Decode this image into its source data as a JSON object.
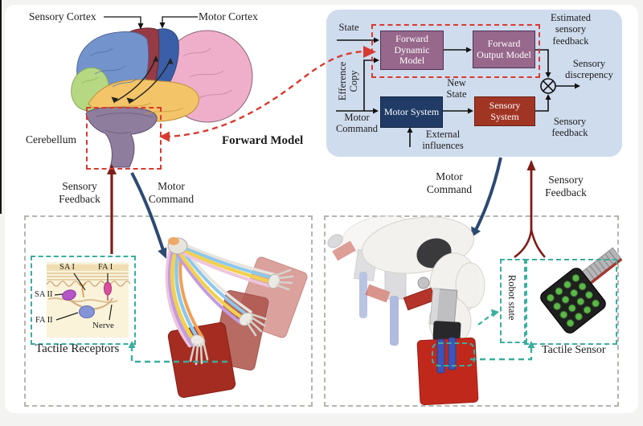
{
  "brain_panel": {
    "sensory_cortex_label": "Sensory Cortex",
    "motor_cortex_label": "Motor Cortex",
    "cerebellum_label": "Cerebellum",
    "forward_model_label": "Forward Model"
  },
  "block_diagram": {
    "state_label": "State",
    "efference_copy_label": "Efference Copy",
    "motor_command_label": "Motor Command",
    "forward_dynamic_model_label": "Forward Dynamic Model",
    "forward_output_model_label": "Forward Output Model",
    "motor_system_label": "Motor System",
    "sensory_system_label": "Sensory System",
    "new_state_label": "New State",
    "external_influences_label": "External influences",
    "estimated_sensory_feedback_label": "Estimated sensory feedback",
    "sensory_discrepancy_label": "Sensory discrepency",
    "sensory_feedback_label": "Sensory feedback"
  },
  "pathways": {
    "human_sensory_feedback_label": "Sensory Feedback",
    "human_motor_command_label": "Motor Command",
    "robot_motor_command_label": "Motor Command",
    "robot_sensory_feedback_label": "Sensory Feedback"
  },
  "human_panel": {
    "sa1_label": "SA I",
    "fa1_label": "FA I",
    "sa2_label": "SA II",
    "fa2_label": "FA II",
    "nerve_label": "Nerve",
    "tactile_receptors_label": "Tactile Receptors"
  },
  "robot_panel": {
    "robot_state_label": "Robot state",
    "tactile_sensor_label": "Tactile Sensor"
  },
  "colors": {
    "diagram_panel_blue": "#cfdcee",
    "forward_model_box_purple": "#97688c",
    "motor_system_box_navy": "#1f3b66",
    "sensory_system_box_red": "#a13524",
    "dashed_highlight_red": "#d93a30",
    "dashed_teal": "#3aae9d",
    "motor_command_arrow_navy": "#2c4a72",
    "sensory_feedback_arrow_dark_red": "#7e1d18",
    "sensor_dot_green": "#5cb849"
  }
}
